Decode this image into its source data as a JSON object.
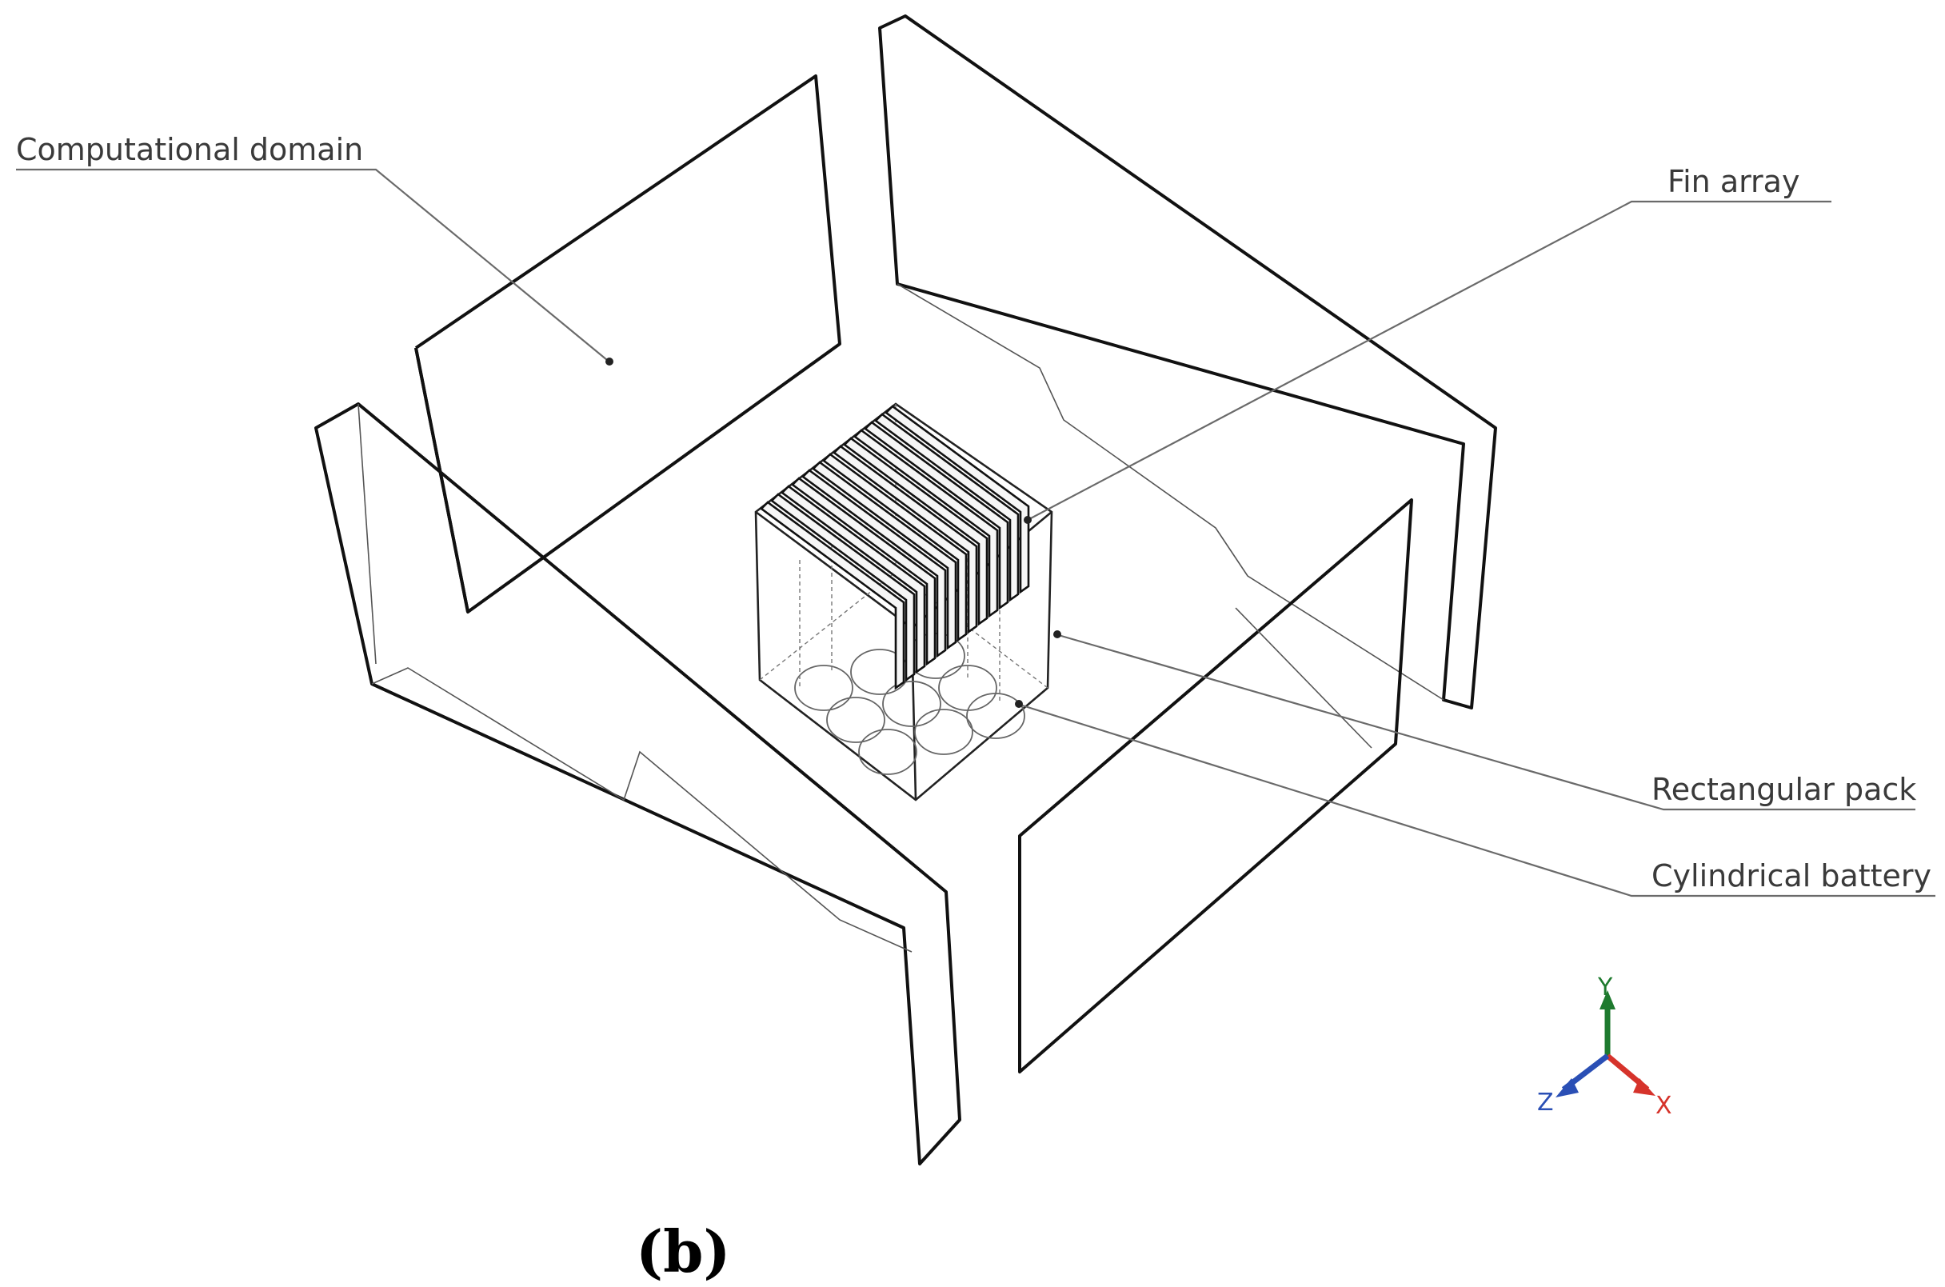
{
  "labels": {
    "computational_domain": "Computational domain",
    "fin_array": "Fin array",
    "rectangular_pack": "Rectangular pack",
    "cylindrical_battery": "Cylindrical battery"
  },
  "panel_label": "(b)",
  "axes": {
    "y": "Y",
    "x": "X",
    "z": "Z"
  },
  "colors": {
    "axis_y": "#1e7a2e",
    "axis_x": "#d6332b",
    "axis_z": "#2a4fb5"
  }
}
